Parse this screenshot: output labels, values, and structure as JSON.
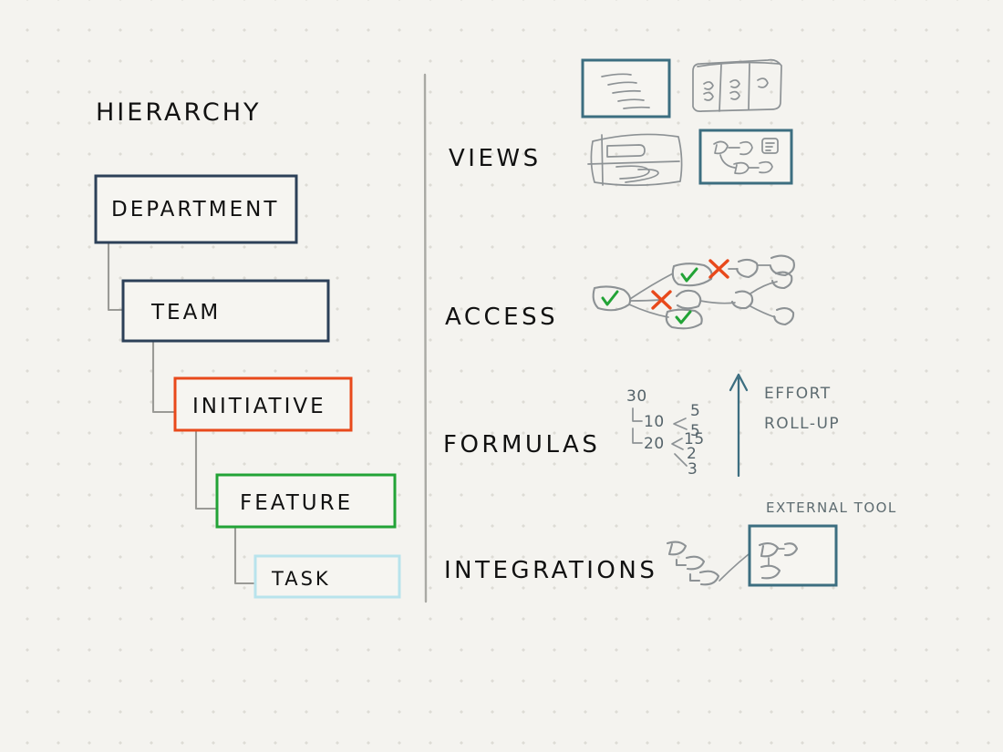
{
  "canvas": {
    "background_color": "#f4f3ef",
    "grid": "dot-grid",
    "ink_color": "#111111"
  },
  "palette": {
    "navy": "#2c4058",
    "orange": "#e8491b",
    "green": "#22a336",
    "lightblue": "#b8e3ec",
    "teal": "#3c6e80",
    "gray": "#9a9a96"
  },
  "left_panel": {
    "title": "HIERARCHY",
    "nodes": [
      {
        "label": "DEPARTMENT",
        "color": "#2c4058",
        "level": 0
      },
      {
        "label": "TEAM",
        "color": "#2c4058",
        "level": 1
      },
      {
        "label": "INITIATIVE",
        "color": "#e8491b",
        "level": 2
      },
      {
        "label": "FEATURE",
        "color": "#22a336",
        "level": 3
      },
      {
        "label": "TASK",
        "color": "#b8e3ec",
        "level": 4
      }
    ]
  },
  "right_panel": {
    "sections": [
      {
        "label": "VIEWS",
        "thumbnails": [
          {
            "name": "list-view",
            "border": "#3c6e80",
            "accent": true
          },
          {
            "name": "board-view",
            "border": "none",
            "accent": false
          },
          {
            "name": "timeline-view",
            "border": "none",
            "accent": false
          },
          {
            "name": "graph-view",
            "border": "#3c6e80",
            "accent": true
          }
        ]
      },
      {
        "label": "ACCESS",
        "markers": {
          "allowed": 3,
          "denied": 2,
          "allowed_glyph": "check",
          "denied_glyph": "x"
        }
      },
      {
        "label": "FORMULAS",
        "annotation_line1": "EFFORT",
        "annotation_line2": "ROLL-UP",
        "tree": {
          "total": "30",
          "branches": [
            {
              "value": "10",
              "children": [
                "5",
                "5"
              ]
            },
            {
              "value": "20",
              "children": [
                "15",
                "2",
                "3"
              ]
            }
          ]
        }
      },
      {
        "label": "INTEGRATIONS",
        "external_label": "EXTERNAL TOOL"
      }
    ]
  }
}
